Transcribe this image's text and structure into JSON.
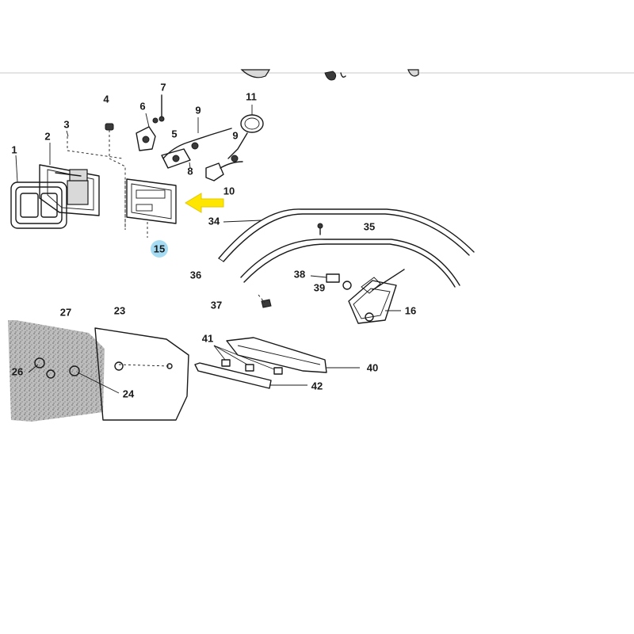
{
  "diagram": {
    "colors": {
      "highlight_arrow": "#FFE600",
      "callout_15": "#8FD3F0",
      "line": "#1A1A1A",
      "texture": "#9A9A9A"
    },
    "labels": {
      "l1": "1",
      "l2": "2",
      "l3": "3",
      "l4": "4",
      "l5": "5",
      "l6": "6",
      "l7": "7",
      "l8": "8",
      "l9a": "9",
      "l9b": "9",
      "l10": "10",
      "l11": "11",
      "l15": "15",
      "l16": "16",
      "l23": "23",
      "l24": "24",
      "l26": "26",
      "l27": "27",
      "l34": "34",
      "l35": "35",
      "l36": "36",
      "l37": "37",
      "l38": "38",
      "l39": "39",
      "l40": "40",
      "l41": "41",
      "l42": "42"
    }
  }
}
